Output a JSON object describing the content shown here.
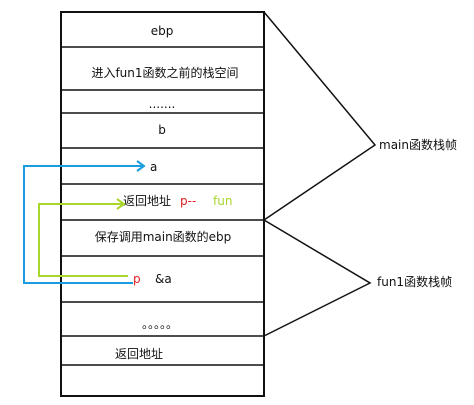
{
  "stack": {
    "cells": [
      {
        "text": "ebp"
      },
      {
        "text": "进入fun1函数之前的栈空间"
      },
      {
        "text": ""
      },
      {
        "text": "......."
      },
      {
        "text": "b"
      },
      {
        "text": "a"
      },
      {
        "text": "返回地址"
      },
      {
        "text": "保存调用main函数的ebp"
      },
      {
        "text": "&a"
      },
      {
        "text": ""
      },
      {
        "text": "。。。。。"
      },
      {
        "text": "返回地址"
      },
      {
        "text": ""
      }
    ],
    "annotations": {
      "p_marker_return": "p--",
      "fun_label": "fun",
      "p_marker_a": "p"
    }
  },
  "frames": {
    "main": "main函数栈帧",
    "fun1": "fun1函数栈帧"
  },
  "colors": {
    "border": "#111111",
    "annotation_red": "#e02020",
    "annotation_green": "#a8d62a",
    "arrow_blue": "#1a9de0",
    "arrow_green": "#a8d62a"
  }
}
